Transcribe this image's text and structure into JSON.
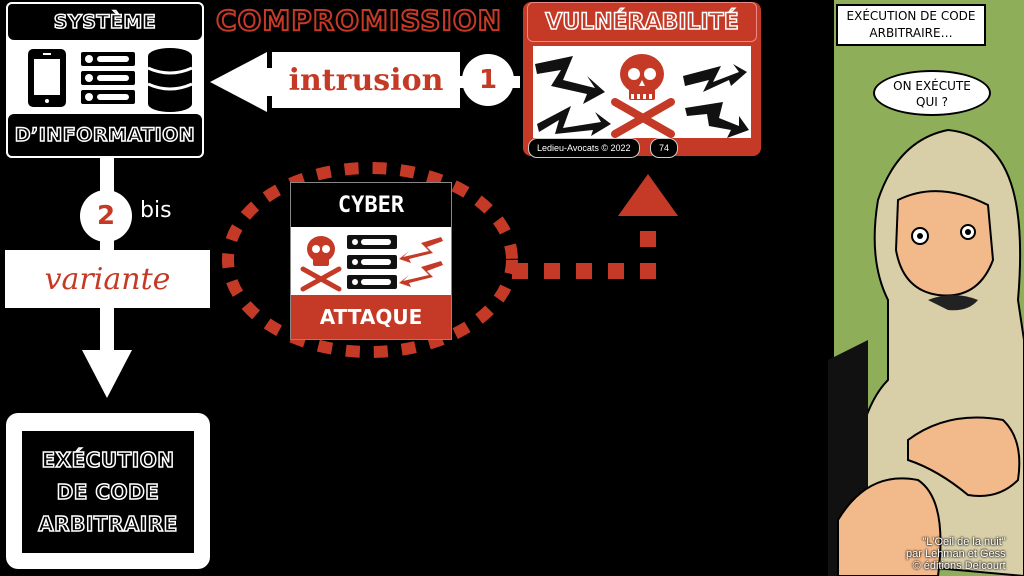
{
  "colors": {
    "accent_red": "#c43a26",
    "background": "#000000",
    "white": "#ffffff",
    "comic_green": "#8fae5a",
    "skin": "#f2b98a",
    "beard": "#d8cfa8"
  },
  "systeme_information": {
    "title_top": "SYSTÈME",
    "title_bottom": "D’INFORMATION",
    "icons": [
      "smartphone-icon",
      "server-rack-icon",
      "database-icon"
    ]
  },
  "compromission": {
    "title": "COMPROMISSION",
    "arrow_label": "intrusion",
    "step_number": "1"
  },
  "vulnerabilite": {
    "title": "VULNÉRABILITÉ",
    "icons": [
      "skull-crossbones-icon",
      "lightning-arrow-icon"
    ],
    "credit": "Ledieu-Avocats © 2022",
    "page_number": "74"
  },
  "cyberattaque": {
    "title_top": "CYBER",
    "title_bottom": "ATTAQUE",
    "icons": [
      "skull-crossbones-icon",
      "server-rack-icon",
      "lightning-arrow-icon"
    ]
  },
  "variante_flow": {
    "step_number": "2",
    "step_suffix": "bis",
    "label": "variante"
  },
  "execution": {
    "lines": [
      "EXÉCUTION",
      "DE CODE",
      "ARBITRAIRE"
    ]
  },
  "comic": {
    "caption": "EXÉCUTION DE CODE ARBITRAIRE…",
    "caption_lines": [
      "EXÉCUTION DE CODE",
      "ARBITRAIRE…"
    ],
    "bubble_lines": [
      "ON EXÉCUTE",
      "QUI ?"
    ],
    "credit_lines": [
      "\"L'Oeil de la nuit\"",
      "par Lehman et Gess",
      "©  éditions Delcourt"
    ]
  }
}
